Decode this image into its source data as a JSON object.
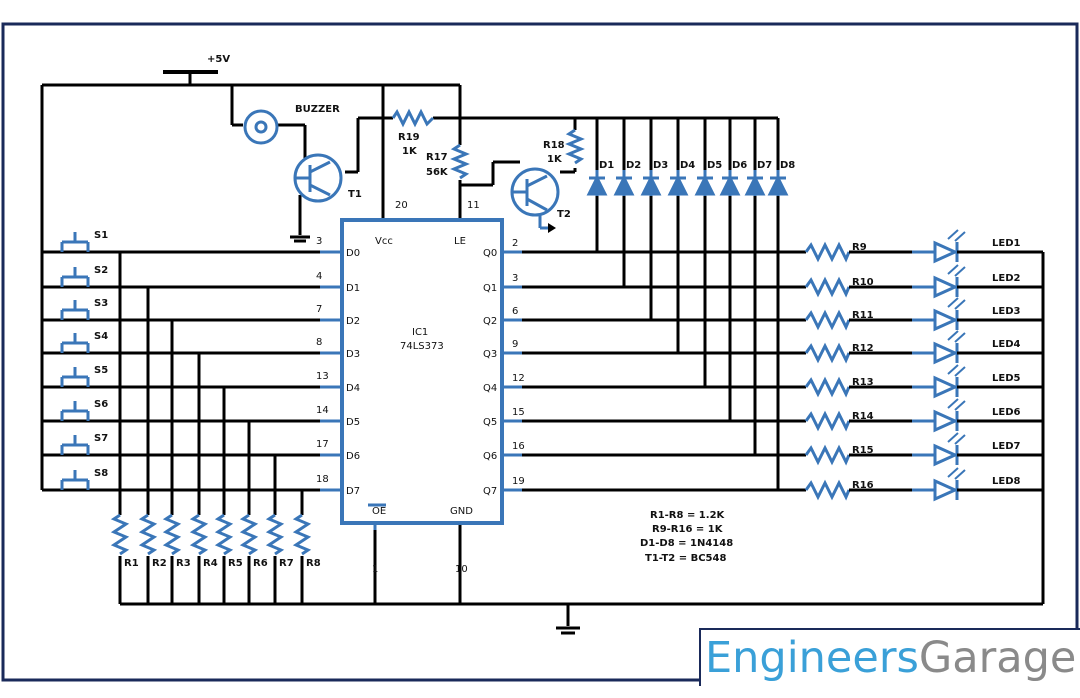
{
  "supply": {
    "label": "+5V"
  },
  "buzzer": {
    "label": "BUZZER"
  },
  "transistors": {
    "t1": "T1",
    "t2": "T2"
  },
  "resistors_top": {
    "r19": {
      "name": "R19",
      "value": "1K"
    },
    "r17": {
      "name": "R17",
      "value": "56K"
    },
    "r18": {
      "name": "R18",
      "value": "1K"
    }
  },
  "ic": {
    "name": "IC1",
    "part": "74LS373",
    "vcc_label": "Vcc",
    "le_label": "LE",
    "oe_label": "OE",
    "gnd_label": "GND",
    "vcc_pin": "20",
    "le_pin": "11",
    "oe_pin": "1",
    "gnd_pin": "10",
    "d_inputs": [
      {
        "name": "D0",
        "pin": "3"
      },
      {
        "name": "D1",
        "pin": "4"
      },
      {
        "name": "D2",
        "pin": "7"
      },
      {
        "name": "D3",
        "pin": "8"
      },
      {
        "name": "D4",
        "pin": "13"
      },
      {
        "name": "D5",
        "pin": "14"
      },
      {
        "name": "D6",
        "pin": "17"
      },
      {
        "name": "D7",
        "pin": "18"
      }
    ],
    "q_outputs": [
      {
        "name": "Q0",
        "pin": "2"
      },
      {
        "name": "Q1",
        "pin": "3"
      },
      {
        "name": "Q2",
        "pin": "6"
      },
      {
        "name": "Q3",
        "pin": "9"
      },
      {
        "name": "Q4",
        "pin": "12"
      },
      {
        "name": "Q5",
        "pin": "15"
      },
      {
        "name": "Q6",
        "pin": "16"
      },
      {
        "name": "Q7",
        "pin": "19"
      }
    ]
  },
  "switches": [
    "S1",
    "S2",
    "S3",
    "S4",
    "S5",
    "S6",
    "S7",
    "S8"
  ],
  "pulldowns": [
    "R1",
    "R2",
    "R3",
    "R4",
    "R5",
    "R6",
    "R7",
    "R8"
  ],
  "diodes": [
    "D1",
    "D2",
    "D3",
    "D4",
    "D5",
    "D6",
    "D7",
    "D8"
  ],
  "led_resistors": [
    "R9",
    "R10",
    "R11",
    "R12",
    "R13",
    "R14",
    "R15",
    "R16"
  ],
  "leds": [
    "LED1",
    "LED2",
    "LED3",
    "LED4",
    "LED5",
    "LED6",
    "LED7",
    "LED8"
  ],
  "notes": [
    "R1-R8 = 1.2K",
    "R9-R16 = 1K",
    "D1-D8 = 1N4148",
    "T1-T2 = BC548"
  ],
  "brand": {
    "part1": "Engineers",
    "part2": "Garage"
  },
  "colors": {
    "wire": "#000000",
    "component": "#3a76b8",
    "border": "#1a2a5a"
  }
}
